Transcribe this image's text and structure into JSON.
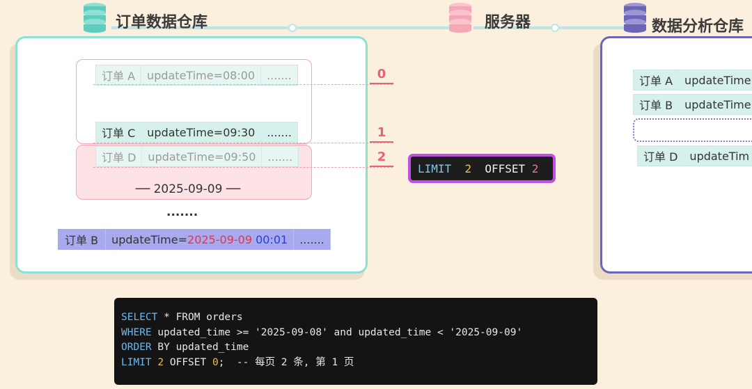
{
  "header": {
    "left_title": "订单数据仓库",
    "center_title": "服务器",
    "right_title": "数据分析仓库"
  },
  "left_panel": {
    "rows": [
      {
        "order": "订单 A",
        "time": "updateTime=08:00",
        "more": "......."
      },
      {
        "order": "订单 C",
        "time": "updateTime=09:30",
        "more": "......."
      },
      {
        "order": "订单 D",
        "time": "updateTime=09:50",
        "more": "......."
      }
    ],
    "date_divider": "── 2025-09-09 ──",
    "ellipsis": ".......",
    "row_b": {
      "order": "订单 B",
      "time_prefix": "updateTime=",
      "date": "2025-09-09",
      "time": "00:01",
      "more": "......."
    }
  },
  "offsets": [
    "0",
    "1",
    "2"
  ],
  "limit_box": {
    "limit": "LIMIT",
    "limit_val": "2",
    "offset": "OFFSET",
    "offset_val": "2"
  },
  "right_panel": {
    "rows": [
      {
        "order": "订单 A",
        "time": "updateTime"
      },
      {
        "order": "订单 B",
        "time": "updateTime"
      },
      {
        "order": "订单 D",
        "time": "updateTim"
      }
    ]
  },
  "code": {
    "line1_kw": "SELECT",
    "line1_rest": " * FROM orders",
    "line2_kw": "WHERE",
    "line2_rest": " updated_time >= '2025-09-08' and updated_time < '2025-09-09'",
    "line3_kw": "ORDER",
    "line3_rest": " BY updated_time",
    "line4_kw": "LIMIT",
    "line4_n1": "2",
    "line4_mid": " OFFSET ",
    "line4_n2": "0",
    "line4_rest": ";  -- 每页 2 条, 第 1 页"
  },
  "colors": {
    "left_db": "#8ee0d4",
    "server": "#f4a7b4",
    "right_db": "#6c64b4",
    "offset_accent": "#e8607a",
    "limit_border": "#c050e0"
  }
}
